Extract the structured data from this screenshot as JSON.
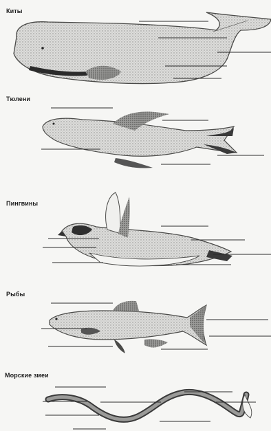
{
  "sections": [
    {
      "title": "Киты"
    },
    {
      "title": "Тюлени"
    },
    {
      "title": "Пингвины"
    },
    {
      "title": "Рыбы"
    },
    {
      "title": "Морские змеи"
    }
  ]
}
